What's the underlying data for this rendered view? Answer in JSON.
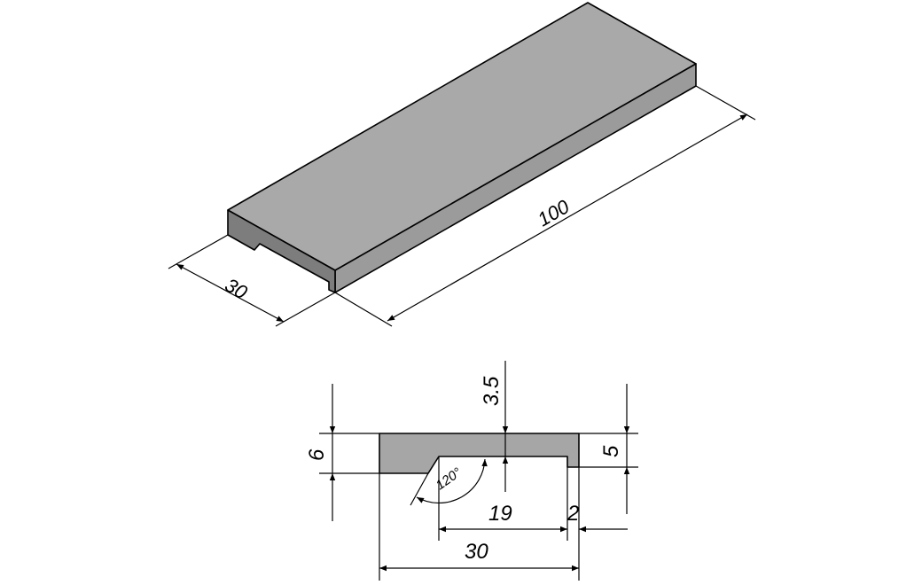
{
  "isometric_view": {
    "width_label": "30",
    "length_label": "100"
  },
  "section_view": {
    "height_label": "6",
    "groove_depth_label": "3.5",
    "edge_height_label": "5",
    "groove_width_label": "19",
    "lip_width_label": "2",
    "total_width_label": "30",
    "angle_label": "120°"
  },
  "colors": {
    "top_face": "#a9a9a9",
    "front_face": "#9a9a9a",
    "end_face": "#7d7d7d",
    "section_fill": "#a6a6a6"
  }
}
